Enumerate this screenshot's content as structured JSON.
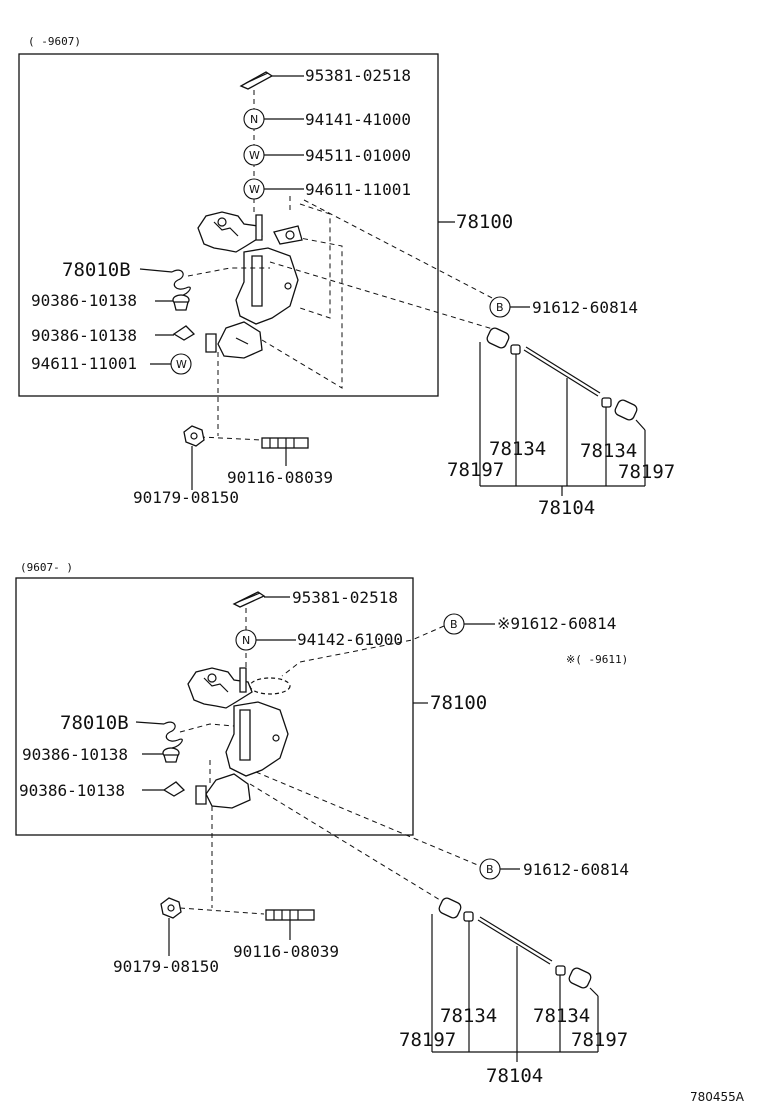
{
  "diagram_id": "780455A",
  "upper": {
    "range_note": "(      -9607)",
    "parts": {
      "pin": "95381-02518",
      "nut_n": "94141-41000",
      "washer_w1": "94511-01000",
      "washer_w2": "94611-11001",
      "assy": "78100",
      "spring": "78010B",
      "grommet1": "90386-10138",
      "grommet2": "90386-10138",
      "washer_w3": "94611-11001",
      "bolt_b": "91612-60814",
      "nut_lower": "90179-08150",
      "stud": "90116-08039",
      "rod_assy": "78104",
      "bushing_l": "78134",
      "bushing_r": "78134",
      "end_l": "78197",
      "end_r": "78197"
    },
    "symbols": {
      "n": "N",
      "w": "W",
      "b": "B"
    }
  },
  "lower": {
    "range_note": "(9607-      )",
    "star_note": "※(      -9611)",
    "parts": {
      "pin": "95381-02518",
      "nut_n": "94142-61000",
      "bolt_b_top": "※91612-60814",
      "assy": "78100",
      "spring": "78010B",
      "grommet1": "90386-10138",
      "grommet2": "90386-10138",
      "bolt_b": "91612-60814",
      "nut_lower": "90179-08150",
      "stud": "90116-08039",
      "rod_assy": "78104",
      "bushing_l": "78134",
      "bushing_r": "78134",
      "end_l": "78197",
      "end_r": "78197"
    },
    "symbols": {
      "n": "N",
      "b": "B"
    }
  }
}
